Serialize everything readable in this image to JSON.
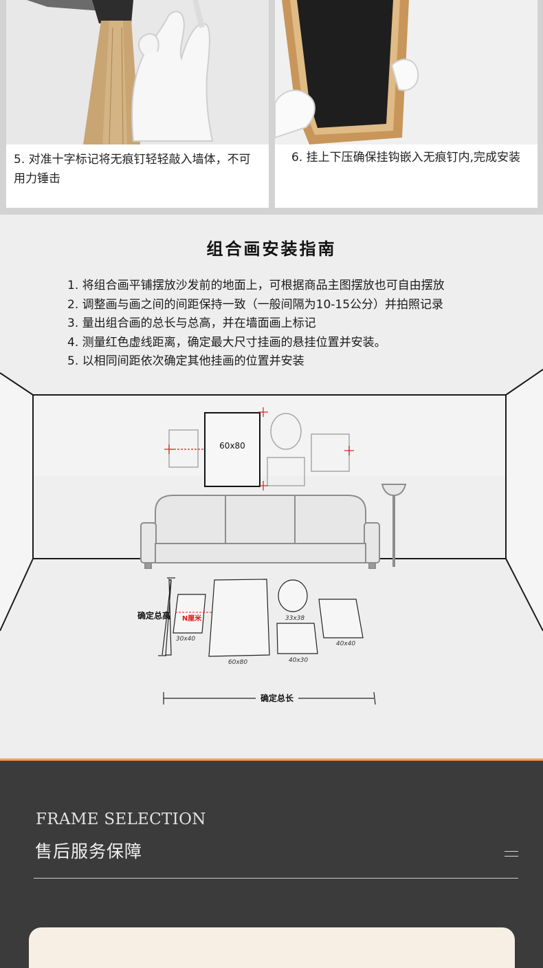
{
  "steps": [
    {
      "text": "5. 对准十字标记将无痕钉轻轻敲入墙体，不可用力锤击"
    },
    {
      "text": "6. 挂上下压确保挂钩嵌入无痕钉内,完成安装"
    }
  ],
  "guide": {
    "title": "组合画安装指南",
    "items": [
      "1. 将组合画平铺摆放沙发前的地面上，可根据商品主图摆放也可自由摆放",
      "2. 调整画与画之间的间距保持一致（一般间隔为10-15公分）并拍照记录",
      "3. 量出组合画的总长与总高，并在墙面画上标记",
      "4. 测量红色虚线距离，确定最大尺寸挂画的悬挂位置并安装。",
      "5. 以相同间距依次确定其他挂画的位置并安装"
    ],
    "diagram": {
      "wall_main_size": "60x80",
      "height_label": "确定总高",
      "length_label": "确定总长",
      "distance_label": "N厘米",
      "floor_sizes": [
        "30x40",
        "60x80",
        "33x38",
        "40x30",
        "40x40"
      ]
    }
  },
  "service": {
    "title_en": "FRAME SELECTION",
    "title_zh": "售后服务保障"
  },
  "colors": {
    "accent_orange": "#d9783a",
    "marker_red": "#e01b1b",
    "service_bg": "#3b3b3b"
  }
}
